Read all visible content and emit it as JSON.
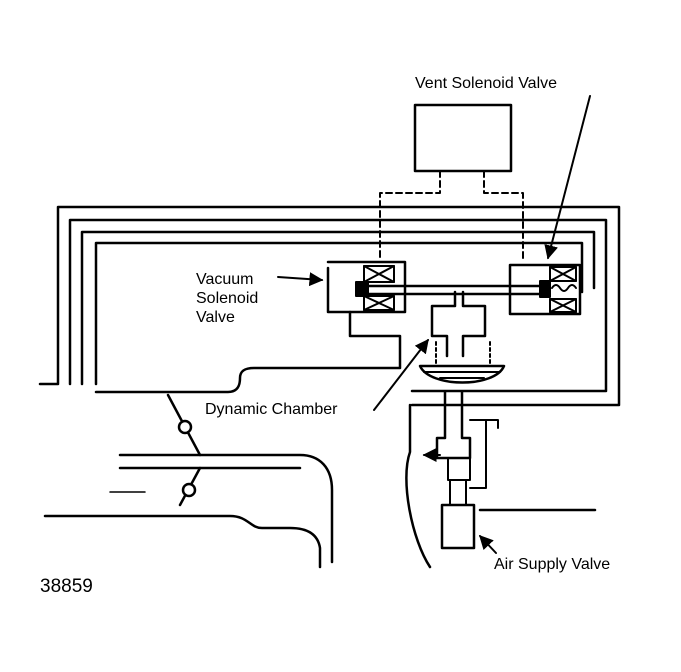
{
  "labels": {
    "vent_solenoid_valve": "Vent Solenoid Valve",
    "vacuum_solenoid_valve": [
      "Vacuum",
      "Solenoid",
      "Valve"
    ],
    "dynamic_chamber": "Dynamic Chamber",
    "air_supply_valve": "Air Supply Valve",
    "figure_number": "38859"
  },
  "colors": {
    "ink": "#000000",
    "paper": "#ffffff"
  }
}
